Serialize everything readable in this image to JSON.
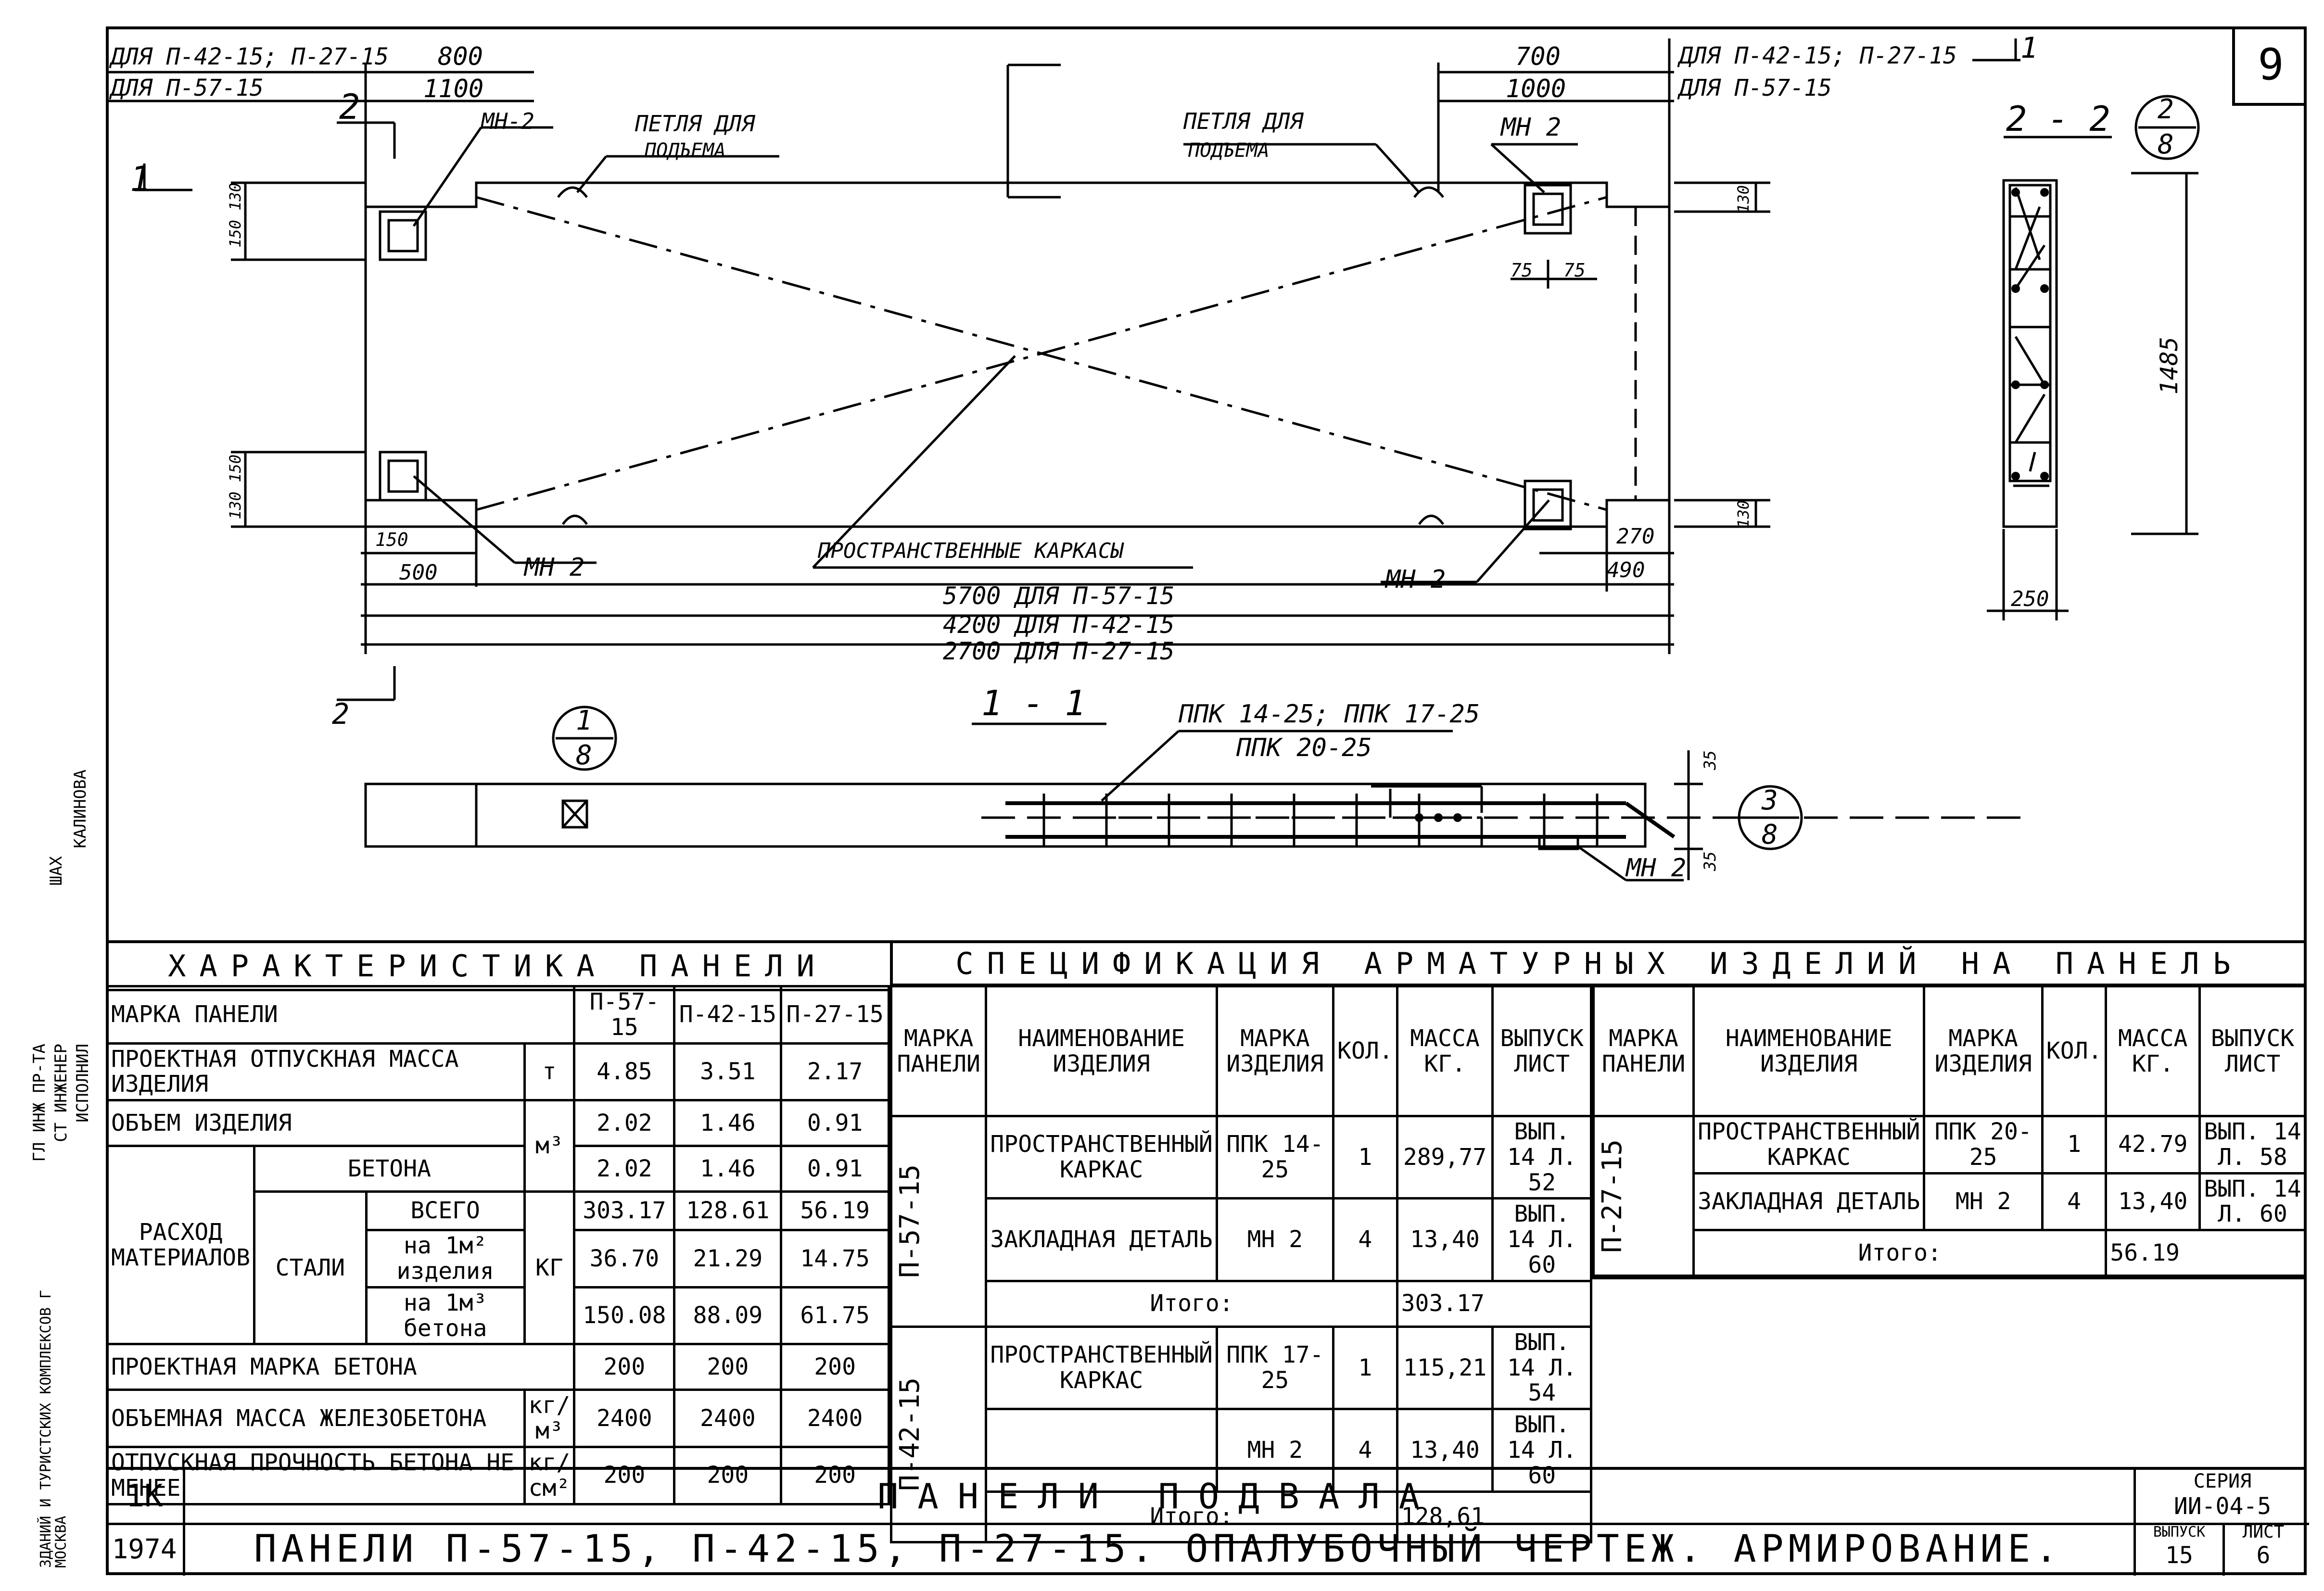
{
  "sheet_number": "9",
  "drawing": {
    "for_p42_27": "ДЛЯ П-42-15; П-27-15",
    "for_p57": "ДЛЯ П-57-15",
    "for_p42_27_right": "ДЛЯ П-42-15; П-27-15",
    "for_p57_right": "ДЛЯ П-57-15",
    "dim_800": "800",
    "dim_1100": "1100",
    "dim_700": "700",
    "dim_1000": "1000",
    "loop_label_1": "ПЕТЛЯ ДЛЯ",
    "loop_label_2": "ПОДЪЕМА",
    "mn2_a": "МН-2",
    "mn2_b": "МН 2",
    "mn2_c": "МН 2",
    "mn2_d": "МН 2",
    "spatial_frames": "ПРОСТРАНСТВЕННЫЕ КАРКАСЫ",
    "len_5700": "5700 ДЛЯ П-57-15",
    "len_4200": "4200 ДЛЯ П-42-15",
    "len_2700": "2700 ДЛЯ П-27-15",
    "dim_500": "500",
    "dim_150": "150",
    "dim_270": "270",
    "dim_490": "490",
    "dim_75a": "75",
    "dim_75b": "75",
    "dim_130": "130",
    "dim_150_130": "150 130",
    "dim_130_150": "130 150",
    "section_1": "1",
    "section_2": "2",
    "section_22": "2 - 2",
    "section_11": "1 - 1",
    "circle_28_top": "2",
    "circle_28_bot": "8",
    "circle_18_top": "1",
    "circle_18_bot": "8",
    "circle_38_top": "3",
    "circle_38_bot": "8",
    "dim_1485": "1485",
    "dim_250": "250",
    "dim_35a": "35",
    "dim_35b": "35",
    "ppk_line1": "ППК 14-25; ППК 17-25",
    "ppk_line2": "ППК 20-25",
    "mn2_section": "МН 2"
  },
  "char_table": {
    "title": "ХАРАКТЕРИСТИКА ПАНЕЛИ",
    "mark_label": "МАРКА ПАНЕЛИ",
    "cols": [
      "П-57-15",
      "П-42-15",
      "П-27-15"
    ],
    "row_mass_label": "ПРОЕКТНАЯ ОТПУСКНАЯ МАССА ИЗДЕЛИЯ",
    "row_mass_unit": "т",
    "row_mass": [
      "4.85",
      "3.51",
      "2.17"
    ],
    "row_vol_label": "ОБЪЕМ ИЗДЕЛИЯ",
    "row_vol_unit": "м³",
    "row_vol": [
      "2.02",
      "1.46",
      "0.91"
    ],
    "consumption_label": "РАСХОД МАТЕРИАЛОВ",
    "concrete_label": "БЕТОНА",
    "row_concrete": [
      "2.02",
      "1.46",
      "0.91"
    ],
    "steel_label": "СТАЛИ",
    "total_label": "ВСЕГО",
    "row_total": [
      "303.17",
      "128.61",
      "56.19"
    ],
    "per_item_label": "на 1м² изделия",
    "row_per_item": [
      "36.70",
      "21.29",
      "14.75"
    ],
    "per_concrete_label": "на 1м³ бетона",
    "row_per_concrete": [
      "150.08",
      "88.09",
      "61.75"
    ],
    "kg_unit": "КГ",
    "row_grade_label": "ПРОЕКТНАЯ МАРКА БЕТОНА",
    "row_grade": [
      "200",
      "200",
      "200"
    ],
    "row_density_label": "ОБЪЕМНАЯ МАССА ЖЕЛЕЗОБЕТОНА",
    "row_density_unit": "кг/м³",
    "row_density": [
      "2400",
      "2400",
      "2400"
    ],
    "row_strength_label": "ОТПУСКНАЯ ПРОЧНОСТЬ БЕТОНА НЕ МЕНЕЕ",
    "row_strength_unit": "кг/см²",
    "row_strength": [
      "200",
      "200",
      "200"
    ]
  },
  "spec_table": {
    "title": "СПЕЦИФИКАЦИЯ АРМАТУРНЫХ ИЗДЕЛИЙ НА ПАНЕЛЬ",
    "headers": [
      "МАРКА ПАНЕЛИ",
      "НАИМЕНОВАНИЕ ИЗДЕЛИЯ",
      "МАРКА ИЗДЕЛИЯ",
      "КОЛ.",
      "МАССА КГ.",
      "ВЫПУСК ЛИСТ"
    ],
    "p57": {
      "mark": "П-57-15",
      "r1": {
        "name": "ПРОСТРАНСТВЕННЫЙ КАРКАС",
        "item": "ППК 14-25",
        "qty": "1",
        "mass": "289,77",
        "sheet": "ВЫП. 14 Л. 52"
      },
      "r2": {
        "name": "ЗАКЛАДНАЯ ДЕТАЛЬ",
        "item": "МН 2",
        "qty": "4",
        "mass": "13,40",
        "sheet": "ВЫП. 14 Л. 60"
      },
      "total_label": "Итого:",
      "total": "303.17"
    },
    "p42": {
      "mark": "П-42-15",
      "r1": {
        "name": "ПРОСТРАНСТВЕННЫЙ КАРКАС",
        "item": "ППК 17-25",
        "qty": "1",
        "mass": "115,21",
        "sheet": "ВЫП. 14 Л. 54"
      },
      "r2": {
        "name": "",
        "item": "МН 2",
        "qty": "4",
        "mass": "13,40",
        "sheet": "ВЫП. 14 Л. 60"
      },
      "total_label": "Итого:",
      "total": "128,61"
    },
    "p27": {
      "mark": "П-27-15",
      "r1": {
        "name": "ПРОСТРАНСТВЕННЫЙ КАРКАС",
        "item": "ППК 20-25",
        "qty": "1",
        "mass": "42.79",
        "sheet": "ВЫП. 14 Л. 58"
      },
      "r2": {
        "name": "ЗАКЛАДНАЯ ДЕТАЛЬ",
        "item": "МН 2",
        "qty": "4",
        "mass": "13,40",
        "sheet": "ВЫП. 14 Л. 60"
      },
      "total_label": "Итого:",
      "total": "56.19"
    }
  },
  "title_block": {
    "code": "1К",
    "year": "1974",
    "title": "ПАНЕЛИ ПОДВАЛА",
    "subtitle": "ПАНЕЛИ П-57-15, П-42-15, П-27-15. ОПАЛУБОЧНЫЙ ЧЕРТЕЖ. АРМИРОВАНИЕ.",
    "series_label": "СЕРИЯ",
    "series": "ИИ-04-5",
    "issue_label": "ВЫПУСК",
    "issue": "15",
    "sheet_label": "ЛИСТ",
    "sheet": "6"
  },
  "side_stamp": {
    "r1": "ГЛ ИНЖ ПР-ТА",
    "r2": "СТ ИНЖЕНЕР",
    "r3": "ИСПОЛНИЛ",
    "org": "ЗДАНИЙ И ТУРИСТСКИХ КОМПЛЕКСОВ Г МОСКВА",
    "name1": "ШАХ",
    "name2": "КАЛИНОВА"
  }
}
